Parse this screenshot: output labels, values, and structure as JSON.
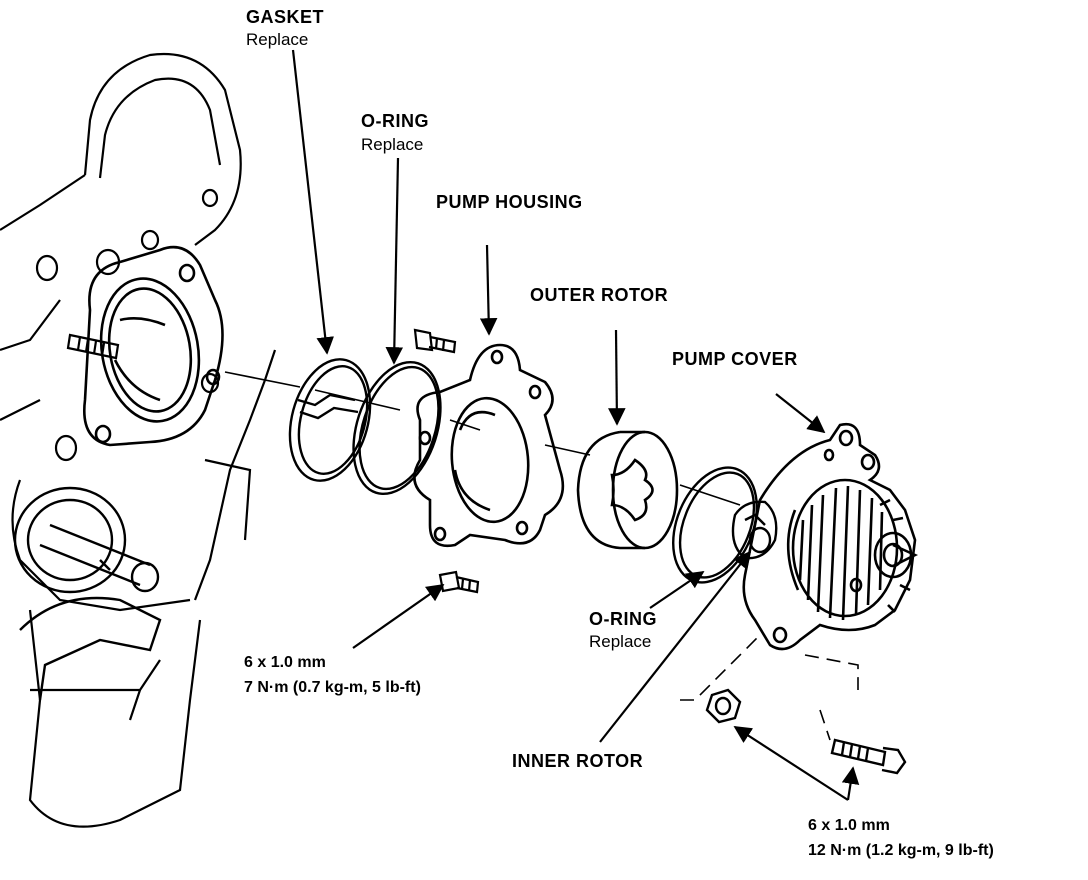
{
  "labels": {
    "gasket": {
      "title": "GASKET",
      "note": "Replace"
    },
    "oring_top": {
      "title": "O-RING",
      "note": "Replace"
    },
    "pump_housing": {
      "title": "PUMP HOUSING"
    },
    "outer_rotor": {
      "title": "OUTER ROTOR"
    },
    "pump_cover": {
      "title": "PUMP COVER"
    },
    "oring_bottom": {
      "title": "O-RING",
      "note": "Replace"
    },
    "inner_rotor": {
      "title": "INNER ROTOR"
    },
    "bolt_small": {
      "size": "6 x 1.0 mm",
      "torque": "7 N·m (0.7 kg-m, 5 lb-ft)"
    },
    "bolt_large": {
      "size": "6 x 1.0 mm",
      "torque": "12 N·m (1.2 kg-m, 9 lb-ft)"
    }
  },
  "colors": {
    "ink": "#000000",
    "paper": "#ffffff"
  }
}
